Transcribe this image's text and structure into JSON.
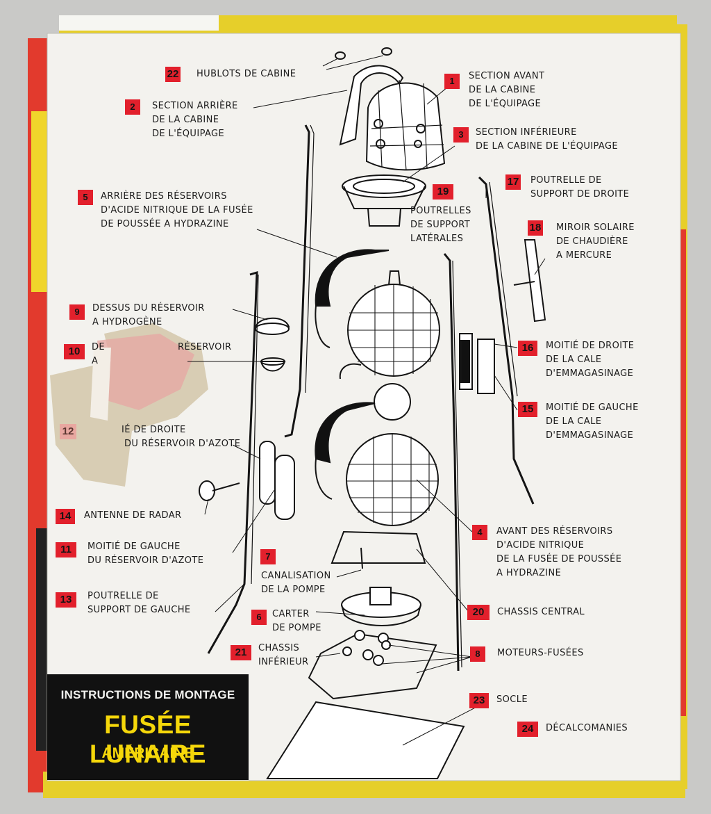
{
  "title_panel": {
    "line1": "INSTRUCTIONS DE MONTAGE",
    "line2": "FUSÉE LUNAIRE",
    "line3": "AMÉRICAINE"
  },
  "colors": {
    "badge_red": "#e2202c",
    "panel_black": "#111111",
    "title_yellow": "#f5d70a",
    "paper": "#f3f2ee",
    "box_yellow": "#e6cf2a"
  },
  "parts": [
    {
      "num": "22",
      "lines": [
        "HUBLOTS DE CABINE"
      ]
    },
    {
      "num": "1",
      "lines": [
        "SECTION AVANT",
        "DE LA CABINE",
        "DE L'ÉQUIPAGE"
      ]
    },
    {
      "num": "2",
      "lines": [
        "SECTION ARRIÈRE",
        "DE LA CABINE",
        "DE L'ÉQUIPAGE"
      ]
    },
    {
      "num": "3",
      "lines": [
        "SECTION INFÉRIEURE",
        "DE LA CABINE DE L'ÉQUIPAGE"
      ]
    },
    {
      "num": "17",
      "lines": [
        "POUTRELLE DE",
        "SUPPORT DE DROITE"
      ]
    },
    {
      "num": "5",
      "lines": [
        "ARRIÈRE DES RÉSERVOIRS",
        "D'ACIDE NITRIQUE DE LA FUSÉE",
        "DE POUSSÉE A HYDRAZINE"
      ]
    },
    {
      "num": "19",
      "lines": [
        "POUTRELLES",
        "DE SUPPORT",
        "LATÉRALES"
      ]
    },
    {
      "num": "18",
      "lines": [
        "MIROIR SOLAIRE",
        "DE CHAUDIÈRE",
        "A MERCURE"
      ]
    },
    {
      "num": "9",
      "lines": [
        "DESSUS DU RÉSERVOIR",
        "A HYDROGÈNE"
      ]
    },
    {
      "num": "10",
      "lines": [
        "DE",
        "RÉSERVOIR",
        "A"
      ]
    },
    {
      "num": "16",
      "lines": [
        "MOITIÉ DE DROITE",
        "DE LA CALE",
        "D'EMMAGASINAGE"
      ]
    },
    {
      "num": "15",
      "lines": [
        "MOITIÉ DE GAUCHE",
        "DE LA CALE",
        "D'EMMAGASINAGE"
      ]
    },
    {
      "num": "12",
      "lines": [
        "IÉ DE DROITE",
        "DU RÉSERVOIR D'AZOTE"
      ]
    },
    {
      "num": "14",
      "lines": [
        "ANTENNE DE RADAR"
      ]
    },
    {
      "num": "4",
      "lines": [
        "AVANT DES RÉSERVOIRS",
        "D'ACIDE NITRIQUE",
        "DE LA FUSÉE DE POUSSÉE",
        "A HYDRAZINE"
      ]
    },
    {
      "num": "11",
      "lines": [
        "MOITIÉ DE GAUCHE",
        "DU RÉSERVOIR D'AZOTE"
      ]
    },
    {
      "num": "7",
      "lines": [
        "CANALISATION",
        "DE LA POMPE"
      ]
    },
    {
      "num": "13",
      "lines": [
        "POUTRELLE DE",
        "SUPPORT DE GAUCHE"
      ]
    },
    {
      "num": "6",
      "lines": [
        "CARTER",
        "DE POMPE"
      ]
    },
    {
      "num": "20",
      "lines": [
        "CHASSIS CENTRAL"
      ]
    },
    {
      "num": "21",
      "lines": [
        "CHASSIS",
        "INFÉRIEUR"
      ]
    },
    {
      "num": "8",
      "lines": [
        "MOTEURS-FUSÉES"
      ]
    },
    {
      "num": "23",
      "lines": [
        "SOCLE"
      ]
    },
    {
      "num": "24",
      "lines": [
        "DÉCALCOMANIES"
      ]
    }
  ]
}
